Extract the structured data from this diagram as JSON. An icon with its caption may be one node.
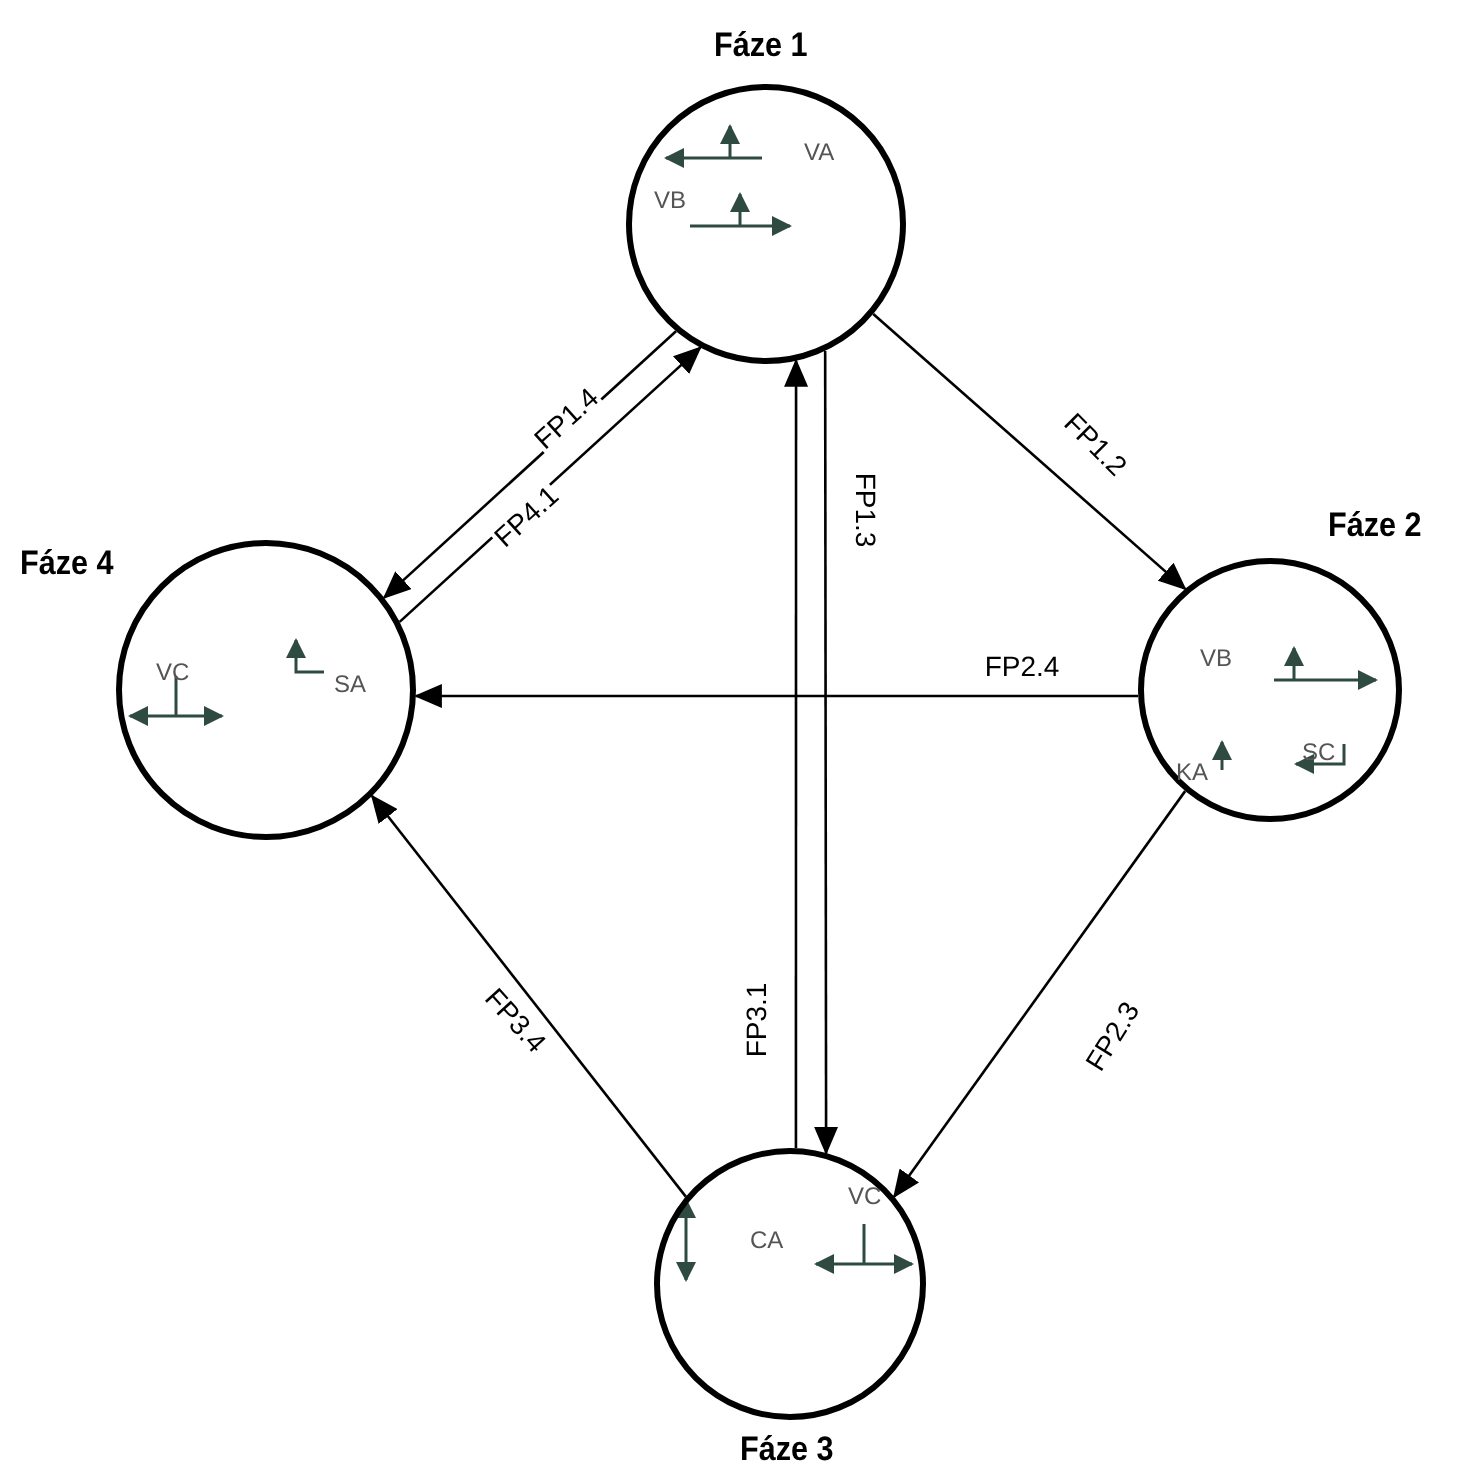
{
  "diagram": {
    "nodes": [
      {
        "text": [
          "VA",
          "VB"
        ],
        "beside": [
          "Fáze 1"
        ]
      },
      {
        "text": [
          "VB",
          "KA",
          "SC"
        ],
        "beside": [
          "Fáze 2"
        ]
      },
      {
        "text": [
          "CA",
          "VC"
        ],
        "beside": [
          "Fáze 3"
        ]
      },
      {
        "text": [
          "VC",
          "SA"
        ],
        "beside": [
          "Fáze 4"
        ]
      }
    ],
    "edges": [
      {
        "from": 0,
        "to": 1,
        "arrow": "to",
        "label": "FP1.2"
      },
      {
        "from": 0,
        "to": 2,
        "arrow": "to",
        "label": "FP1.3"
      },
      {
        "from": 2,
        "to": 0,
        "arrow": "to",
        "label": "FP3.1"
      },
      {
        "from": 0,
        "to": 3,
        "arrow": "to",
        "label": "FP1.4"
      },
      {
        "from": 3,
        "to": 0,
        "arrow": "to",
        "label": "FP4.1"
      },
      {
        "from": 1,
        "to": 3,
        "arrow": "to",
        "label": "FP2.4"
      },
      {
        "from": 1,
        "to": 2,
        "arrow": "to",
        "label": "FP2.3"
      },
      {
        "from": 2,
        "to": 3,
        "arrow": "to",
        "label": "FP3.4"
      }
    ]
  }
}
